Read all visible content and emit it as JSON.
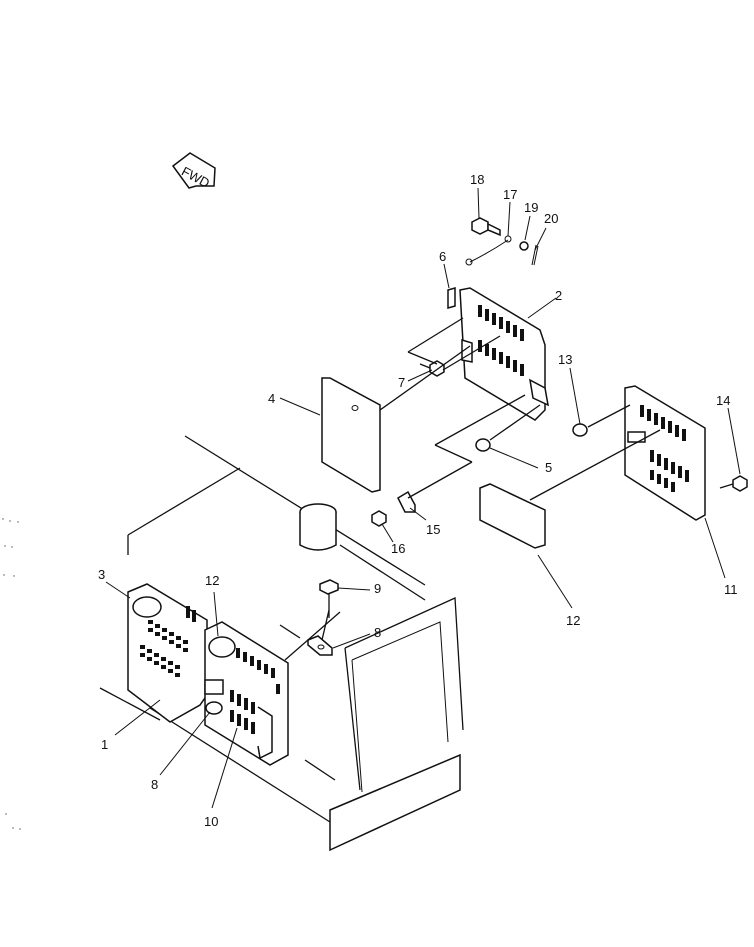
{
  "fwd_label": "FWD",
  "callouts": [
    {
      "id": "c18a",
      "text": "18"
    },
    {
      "id": "c17",
      "text": "17"
    },
    {
      "id": "c19",
      "text": "19"
    },
    {
      "id": "c20",
      "text": "20"
    },
    {
      "id": "c6",
      "text": "6"
    },
    {
      "id": "c2",
      "text": "2"
    },
    {
      "id": "c13",
      "text": "13"
    },
    {
      "id": "c7",
      "text": "7"
    },
    {
      "id": "c4",
      "text": "4"
    },
    {
      "id": "c14",
      "text": "14"
    },
    {
      "id": "c5",
      "text": "5"
    },
    {
      "id": "c15",
      "text": "15"
    },
    {
      "id": "c16",
      "text": "16"
    },
    {
      "id": "c11",
      "text": "11"
    },
    {
      "id": "c3",
      "text": "3"
    },
    {
      "id": "c12a",
      "text": "12"
    },
    {
      "id": "c9",
      "text": "9"
    },
    {
      "id": "c8a",
      "text": "8"
    },
    {
      "id": "c12b",
      "text": "12"
    },
    {
      "id": "c1",
      "text": "1"
    },
    {
      "id": "c8b",
      "text": "8"
    },
    {
      "id": "c10",
      "text": "10"
    }
  ]
}
